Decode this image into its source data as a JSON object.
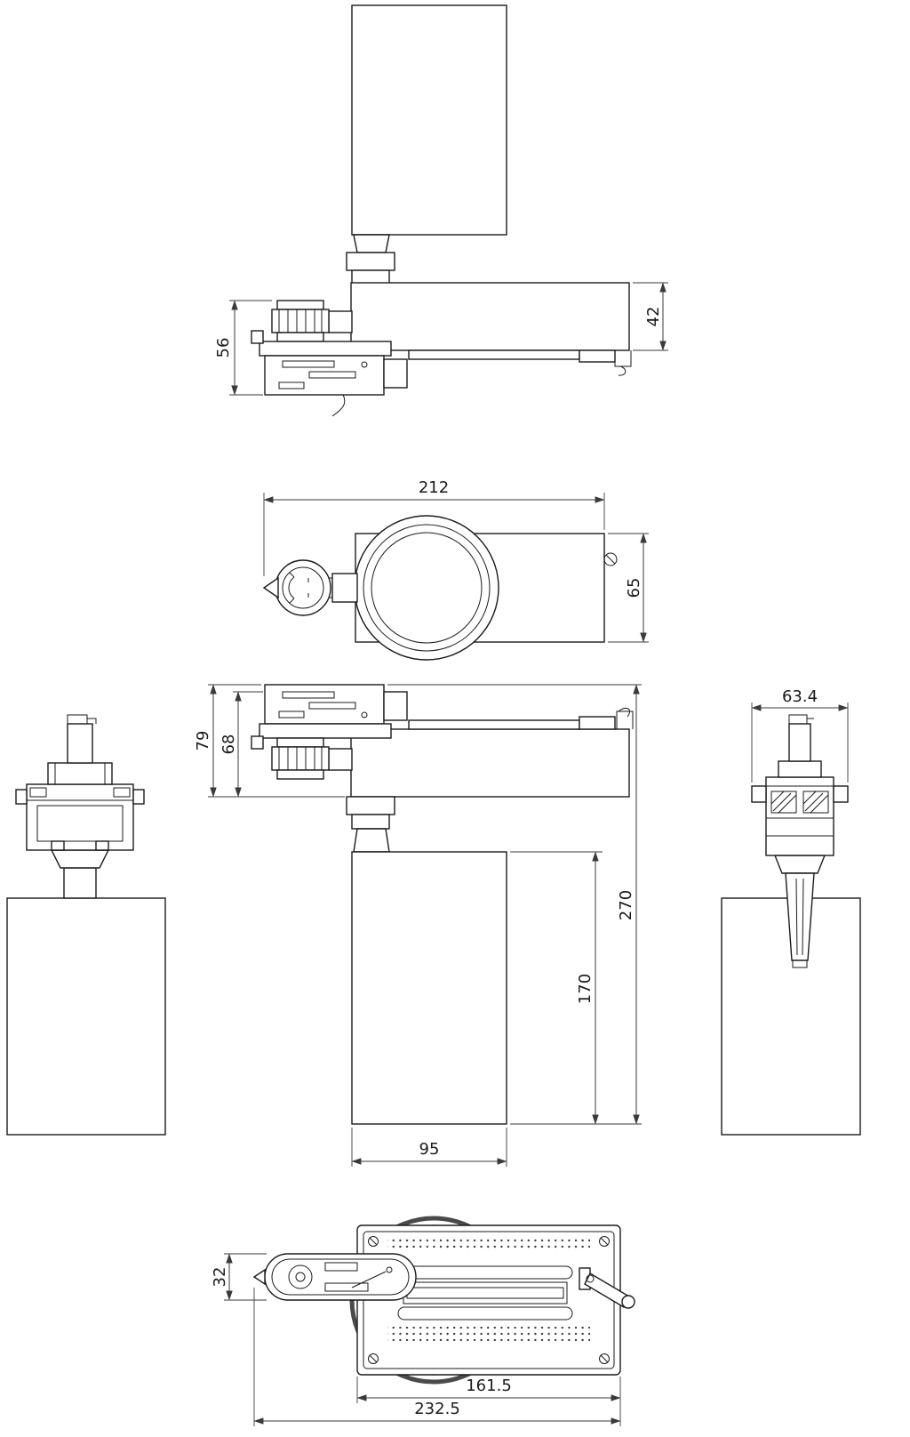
{
  "page": {
    "background": "#ffffff",
    "line_color": "#1b1b1b"
  },
  "dims": {
    "side_adapter_height": "56",
    "side_body_height": "42",
    "top_length": "212",
    "top_width": "65",
    "front_bracket_height_outer": "79",
    "front_bracket_height_inner": "68",
    "front_total_height": "270",
    "front_head_height": "170",
    "front_head_width": "95",
    "front_adapter_width": "63.4",
    "bottom_adapter_height": "32",
    "bottom_plate_length": "161.5",
    "bottom_total_length": "232.5"
  }
}
